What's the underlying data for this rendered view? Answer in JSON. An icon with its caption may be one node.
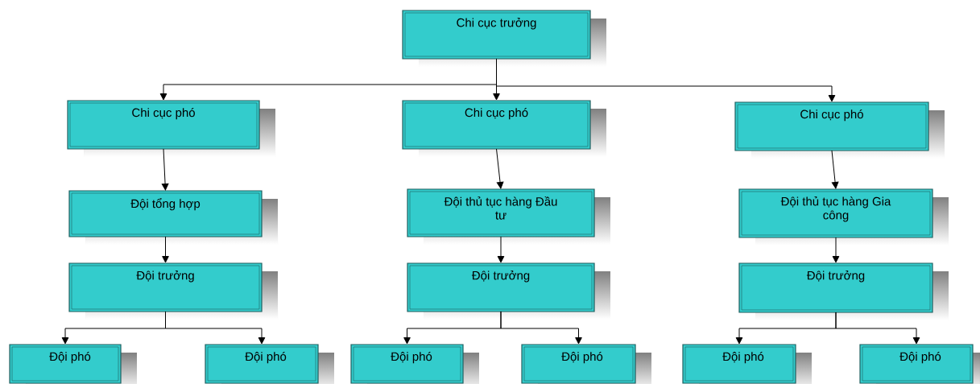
{
  "diagram": {
    "nodes": [
      {
        "text": [
          "Chi cục trưởng"
        ]
      },
      {
        "text": [
          "Chi cục phó"
        ]
      },
      {
        "text": [
          "Chi cục phó"
        ]
      },
      {
        "text": [
          "Chi cục phó"
        ]
      },
      {
        "text": [
          "Đội tổng hợp"
        ]
      },
      {
        "text": [
          "Đội thủ tục hàng Đầu tư"
        ]
      },
      {
        "text": [
          "Đội thủ tục hàng Gia công"
        ]
      },
      {
        "text": [
          "Đội trưởng"
        ]
      },
      {
        "text": [
          "Đội trưởng"
        ]
      },
      {
        "text": [
          "Đội trưởng"
        ]
      },
      {
        "text": [
          "Đội phó"
        ]
      },
      {
        "text": [
          "Đội phó"
        ]
      },
      {
        "text": [
          "Đội phó"
        ]
      },
      {
        "text": [
          "Đội phó"
        ]
      },
      {
        "text": [
          "Đội phó"
        ]
      },
      {
        "text": [
          "Đội phó"
        ]
      }
    ],
    "edges": [
      {
        "from": 0,
        "to": 1,
        "arrow": "to"
      },
      {
        "from": 0,
        "to": 2,
        "arrow": "to"
      },
      {
        "from": 0,
        "to": 3,
        "arrow": "to"
      },
      {
        "from": 1,
        "to": 4,
        "arrow": "to"
      },
      {
        "from": 2,
        "to": 5,
        "arrow": "to"
      },
      {
        "from": 3,
        "to": 6,
        "arrow": "to"
      },
      {
        "from": 4,
        "to": 7,
        "arrow": "to"
      },
      {
        "from": 5,
        "to": 8,
        "arrow": "to"
      },
      {
        "from": 6,
        "to": 9,
        "arrow": "to"
      },
      {
        "from": 7,
        "to": 10,
        "arrow": "to"
      },
      {
        "from": 7,
        "to": 11,
        "arrow": "to"
      },
      {
        "from": 8,
        "to": 12,
        "arrow": "to"
      },
      {
        "from": 8,
        "to": 13,
        "arrow": "to"
      },
      {
        "from": 9,
        "to": 14,
        "arrow": "to"
      },
      {
        "from": 9,
        "to": 15,
        "arrow": "to"
      }
    ]
  }
}
